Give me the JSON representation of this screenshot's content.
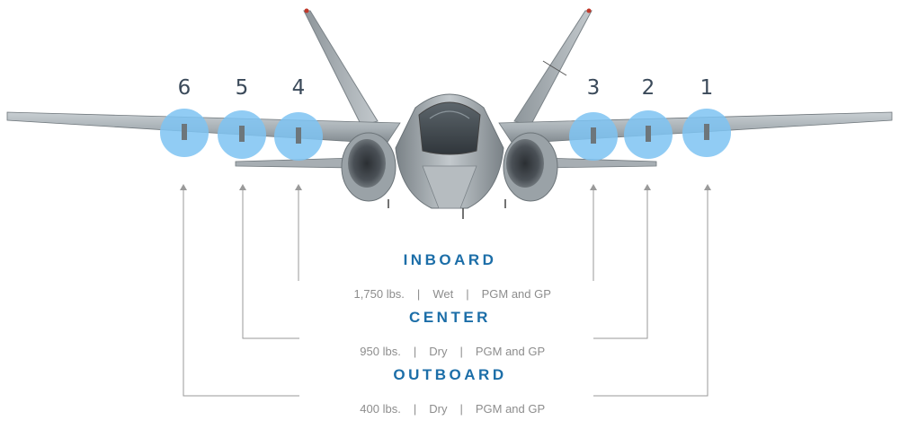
{
  "stations": [
    {
      "number": "6"
    },
    {
      "number": "5"
    },
    {
      "number": "4"
    },
    {
      "number": "3"
    },
    {
      "number": "2"
    },
    {
      "number": "1"
    }
  ],
  "groups": {
    "inboard": {
      "title": "INBOARD",
      "weight": "1,750 lbs.",
      "type": "Wet",
      "ordnance": "PGM and GP"
    },
    "center": {
      "title": "CENTER",
      "weight": "950 lbs.",
      "type": "Dry",
      "ordnance": "PGM and GP"
    },
    "outboard": {
      "title": "OUTBOARD",
      "weight": "400 lbs.",
      "type": "Dry",
      "ordnance": "PGM and GP"
    }
  },
  "separator": "|",
  "colors": {
    "title": "#1c6ea8",
    "station_highlight": "#7ec3f2",
    "number": "#3b4a5a",
    "spec_text": "#8d8d8d",
    "leader_line": "#9a9a9a"
  }
}
